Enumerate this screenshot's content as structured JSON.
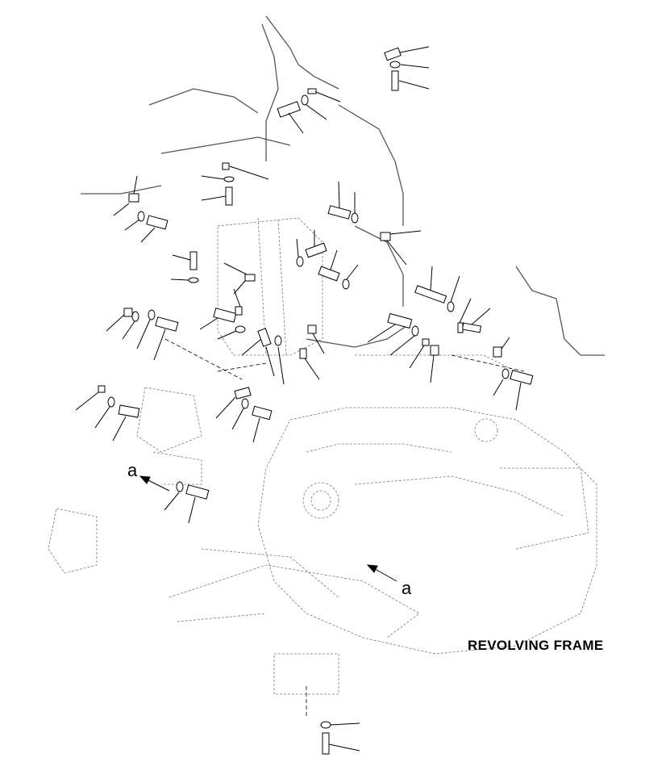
{
  "labels": {
    "revolving_frame": "REVOLVING FRAME",
    "view_a_left": "a",
    "view_a_right": "a"
  }
}
